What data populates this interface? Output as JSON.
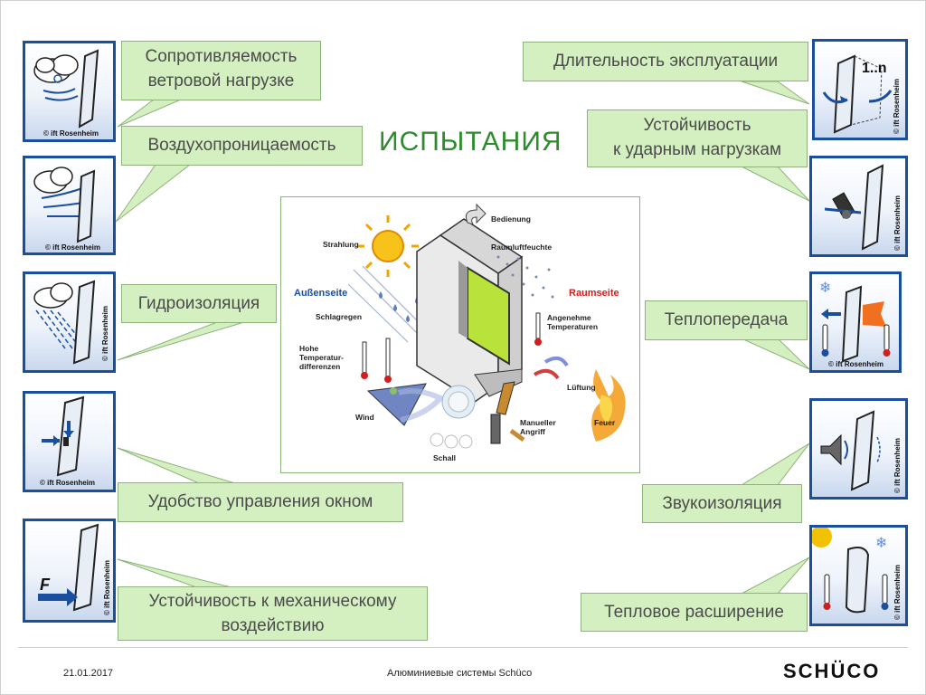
{
  "title": "ИСПЫТАНИЯ",
  "colors": {
    "tile_border": "#1a4fa0",
    "callout_fill": "#d4f0c1",
    "callout_border": "#8db27a",
    "title_green": "#2e8b2e",
    "raumseite_red": "#d21e1e",
    "aussenseite_blue": "#1a4fa0"
  },
  "icons": [
    {
      "name": "wind-load-icon",
      "copyright": "© ift Rosenheim"
    },
    {
      "name": "air-permeability-icon",
      "copyright": "© ift Rosenheim"
    },
    {
      "name": "waterproofing-icon",
      "copyright": "© ift Rosenheim"
    },
    {
      "name": "window-operation-icon",
      "copyright": "© ift Rosenheim"
    },
    {
      "name": "mechanical-force-icon",
      "copyright": "© ift Rosenheim"
    },
    {
      "name": "durability-icon",
      "copyright": "© ift Rosenheim"
    },
    {
      "name": "impact-icon",
      "copyright": "© ift Rosenheim"
    },
    {
      "name": "heat-transfer-icon",
      "copyright": "© ift Rosenheim"
    },
    {
      "name": "sound-insulation-icon",
      "copyright": "© ift Rosenheim"
    },
    {
      "name": "thermal-expansion-icon",
      "copyright": "© ift Rosenheim"
    }
  ],
  "callouts": {
    "wind_load": [
      "Сопротивляемость",
      "ветровой нагрузке"
    ],
    "air_permeability": [
      "Воздухопроницаемость"
    ],
    "waterproofing": [
      "Гидроизоляция"
    ],
    "operation": [
      "Удобство управления окном"
    ],
    "mechanical": [
      "Устойчивость к механическому",
      "воздействию"
    ],
    "durability": [
      "Длительность эксплуатации"
    ],
    "impact": [
      "Устойчивость",
      "к ударным нагрузкам"
    ],
    "heat_transfer": [
      "Теплопередача"
    ],
    "sound": [
      "Звукоизоляция"
    ],
    "thermal_expansion": [
      "Тепловое расширение"
    ]
  },
  "diagram": {
    "bedienung": "Bedienung",
    "raumluftfeuchte": "Raumluftfeuchte",
    "strahlung": "Strahlung",
    "aussenseite": "Außenseite",
    "raumseite": "Raumseite",
    "schlagregen": "Schlagregen",
    "angenehme": [
      "Angenehme",
      "Temperaturen"
    ],
    "hohe": [
      "Hohe",
      "Temperatur-",
      "differenzen"
    ],
    "lueftung": "Lüftung",
    "wind": "Wind",
    "manueller": [
      "Manueller",
      "Angriff"
    ],
    "feuer": "Feuer",
    "schall": "Schall",
    "icon_1n": "1..n",
    "icon_force": "F"
  },
  "footer": {
    "date": "21.01.2017",
    "center": "Алюминиевые системы Schüco",
    "logo": "SCHÜCO"
  }
}
